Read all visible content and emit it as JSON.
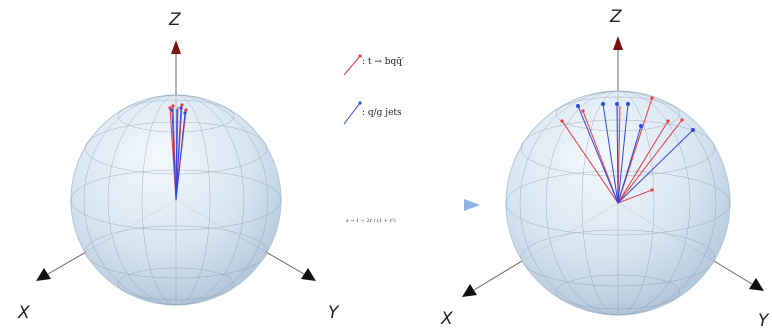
{
  "colors": {
    "top_jet": "#e8393f",
    "qg_jet": "#2f46e6",
    "map_arrow": "#9fc3ea",
    "sphere_grid": "#7d8f9f"
  },
  "left_sphere": {
    "axis_labels": {
      "z": "Z",
      "x": "X",
      "y": "Y"
    }
  },
  "right_sphere": {
    "axis_labels": {
      "z": "Z",
      "x": "X",
      "y": "Y"
    }
  },
  "legend": {
    "items": [
      {
        "label": ": t → bqq̄′",
        "color_key": "top_jet"
      },
      {
        "label": ": q/g jets",
        "color_key": "qg_jet"
      }
    ]
  },
  "mapping": {
    "formula": "z → 1 − 2r / (1 + r²)"
  }
}
